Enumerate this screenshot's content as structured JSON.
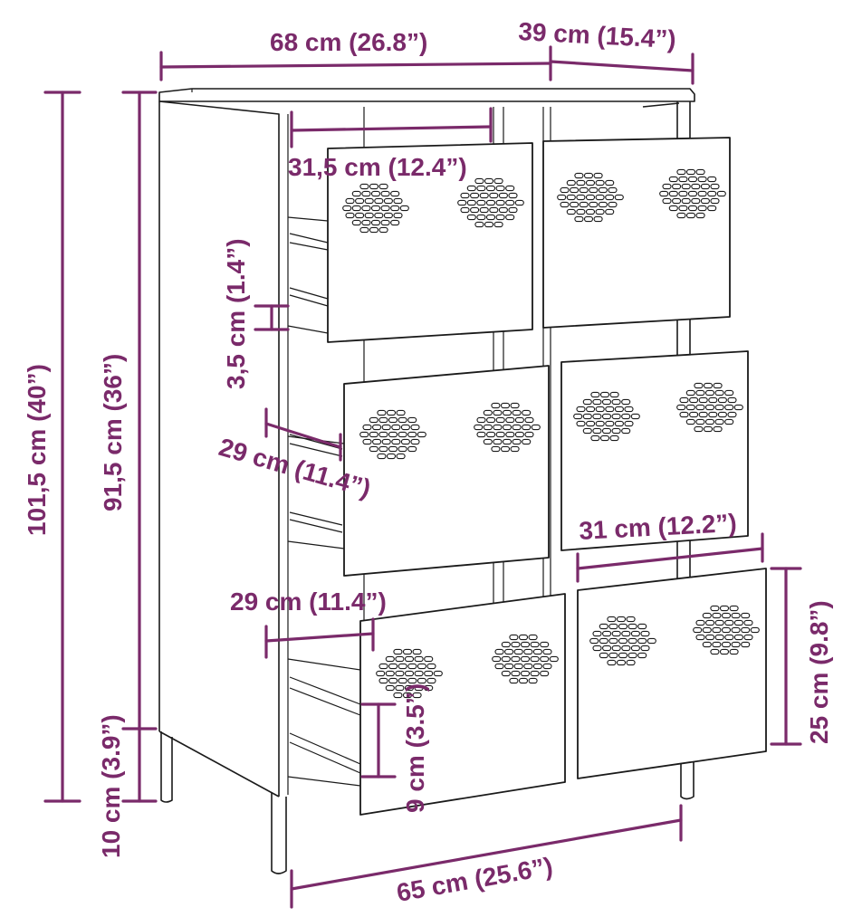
{
  "labels": {
    "top_width": "68 cm (26.8”)",
    "top_depth": "39 cm (15.4”)",
    "total_height": "101,5 cm (40”)",
    "body_height": "91,5 cm (36”)",
    "leg_height": "10 cm (3.9”)",
    "drawer_front_width": "31,5 cm (12.4”)",
    "drawer_gap": "3,5 cm (1.4”)",
    "drawer_depth_mid": "29 cm (11.4”)",
    "drawer_depth_low": "29 cm (11.4”)",
    "drawer_width_right": "31 cm (12.2”)",
    "drawer_front_height": "25 cm (9.8”)",
    "drawer_inner_height": "9 cm (3.5”)",
    "base_width": "65 cm (25.6”)"
  },
  "colors": {
    "dimension": "#7a2a6a",
    "outline": "#1a1a1a",
    "background": "#ffffff"
  }
}
